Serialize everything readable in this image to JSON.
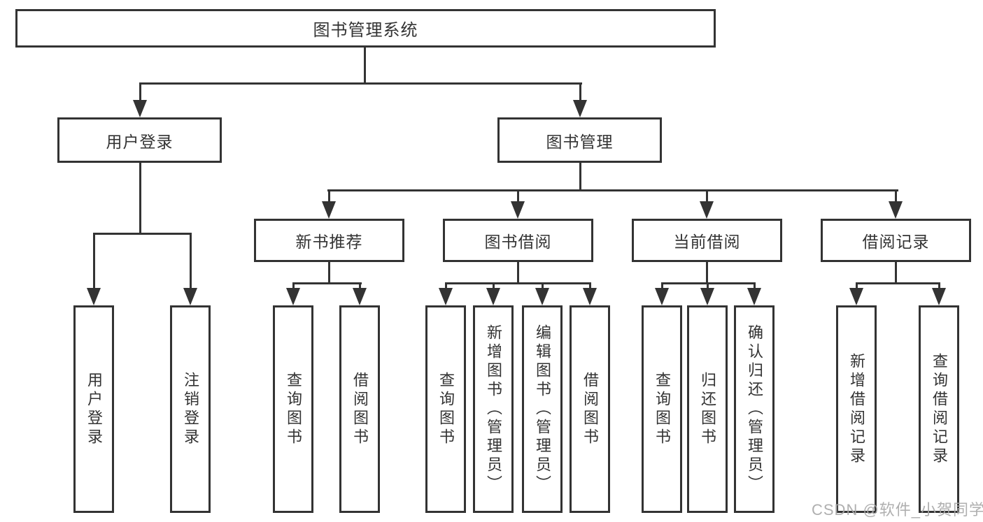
{
  "diagram": {
    "root": {
      "label": "图书管理系统"
    },
    "level1": [
      {
        "id": "user-login",
        "label": "用户登录"
      },
      {
        "id": "book-management",
        "label": "图书管理"
      }
    ],
    "level2": [
      {
        "id": "new-book-recommend",
        "label": "新书推荐",
        "parent": "图书管理"
      },
      {
        "id": "book-borrow",
        "label": "图书借阅",
        "parent": "图书管理"
      },
      {
        "id": "current-borrow",
        "label": "当前借阅",
        "parent": "图书管理"
      },
      {
        "id": "borrow-records",
        "label": "借阅记录",
        "parent": "图书管理"
      }
    ],
    "leaves": [
      {
        "id": "user-login",
        "label": "用户登录",
        "parent": "用户登录"
      },
      {
        "id": "logout",
        "label": "注销登录",
        "parent": "用户登录"
      },
      {
        "id": "query-book-1",
        "label": "查询图书",
        "parent": "新书推荐"
      },
      {
        "id": "borrow-book-1",
        "label": "借阅图书",
        "parent": "新书推荐"
      },
      {
        "id": "query-book-2",
        "label": "查询图书",
        "parent": "图书借阅"
      },
      {
        "id": "add-book-admin",
        "label": "新增图书（管理员）",
        "parent": "图书借阅"
      },
      {
        "id": "edit-book-admin",
        "label": "编辑图书（管理员）",
        "parent": "图书借阅"
      },
      {
        "id": "borrow-book-2",
        "label": "借阅图书",
        "parent": "图书借阅"
      },
      {
        "id": "query-book-3",
        "label": "查询图书",
        "parent": "当前借阅"
      },
      {
        "id": "return-book",
        "label": "归还图书",
        "parent": "当前借阅"
      },
      {
        "id": "confirm-return-admin",
        "label": "确认归还（管理员）",
        "parent": "当前借阅"
      },
      {
        "id": "add-borrow-record",
        "label": "新增借阅记录",
        "parent": "借阅记录"
      },
      {
        "id": "query-borrow-record",
        "label": "查询借阅记录",
        "parent": "借阅记录"
      }
    ]
  },
  "watermark": {
    "text": "CSDN @软件_小贺同学"
  },
  "colors": {
    "line": "#333333",
    "box_border": "#333333",
    "text": "#333333",
    "box_background": "#ffffff",
    "page_background": "#ffffff",
    "watermark": "#a8a8a8"
  }
}
